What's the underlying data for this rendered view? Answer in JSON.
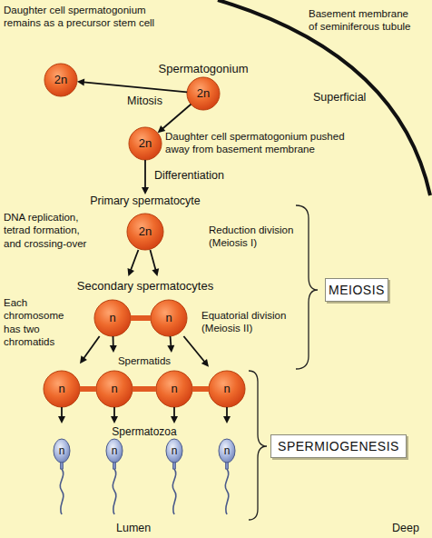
{
  "diagram": {
    "nodes": [
      {
        "text": [
          "2n"
        ]
      },
      {
        "text": [
          "2n"
        ]
      },
      {
        "text": [
          "2n"
        ]
      },
      {
        "text": [
          "Primary spermatocyte",
          "2n"
        ]
      },
      {
        "text": [
          "MEIOSIS"
        ]
      },
      {
        "text": [
          "n"
        ]
      },
      {
        "text": [
          "n"
        ]
      },
      {
        "text": [
          "n"
        ]
      },
      {
        "text": [
          "n"
        ]
      },
      {
        "text": [
          "n"
        ]
      },
      {
        "text": [
          "n"
        ]
      },
      {
        "text": [
          "SPERMIOGENESIS"
        ]
      },
      {
        "text": [
          "n"
        ]
      },
      {
        "text": [
          "n"
        ]
      },
      {
        "text": [
          "n"
        ]
      },
      {
        "text": [
          "n"
        ]
      }
    ],
    "edges": [
      {
        "from": 0,
        "to": 1,
        "arrow": "to",
        "label": "Mitosis"
      },
      {
        "from": 0,
        "to": 2,
        "arrow": "to"
      },
      {
        "from": 2,
        "to": 3,
        "arrow": "to",
        "label": "Differentiation"
      },
      {
        "from": 3,
        "to": 5,
        "arrow": "to"
      },
      {
        "from": 3,
        "to": 6,
        "arrow": "to"
      },
      {
        "from": 5,
        "to": 6,
        "arrow": "none"
      },
      {
        "from": 5,
        "to": 7,
        "arrow": "to"
      },
      {
        "from": 5,
        "to": 8,
        "arrow": "to"
      },
      {
        "from": 6,
        "to": 9,
        "arrow": "to"
      },
      {
        "from": 6,
        "to": 10,
        "arrow": "to"
      },
      {
        "from": 7,
        "to": 8,
        "arrow": "none"
      },
      {
        "from": 8,
        "to": 9,
        "arrow": "none"
      },
      {
        "from": 9,
        "to": 10,
        "arrow": "none"
      },
      {
        "from": 7,
        "to": 12,
        "arrow": "to"
      },
      {
        "from": 8,
        "to": 13,
        "arrow": "to"
      },
      {
        "from": 9,
        "to": 14,
        "arrow": "to"
      },
      {
        "from": 10,
        "to": 15,
        "arrow": "to"
      }
    ],
    "labels": [
      "Daughter cell spermatogonium remains as a precursor stem cell",
      "Basement membrane of seminiferous tubule",
      "Spermatogonium",
      "Superficial",
      "Daughter cell spermatogonium pushed away from basement membrane",
      "DNA replication, tetrad formation, and crossing-over",
      "Reduction division (Meiosis I)",
      "Secondary spermatocytes",
      "Each chromosome has two chromatids",
      "Equatorial division (Meiosis II)",
      "Spermatids",
      "Spermatozoa",
      "Lumen",
      "Deep"
    ]
  }
}
